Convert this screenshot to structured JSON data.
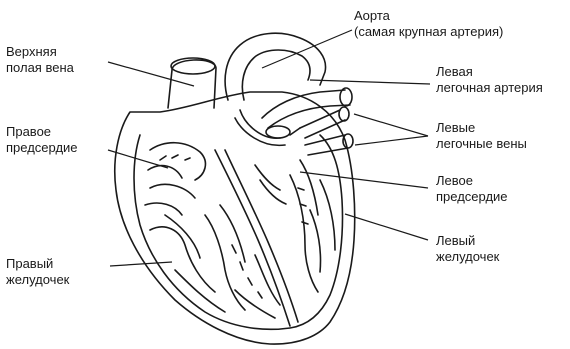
{
  "diagram": {
    "labels": {
      "aorta": {
        "line1": "Аорта",
        "line2": "(самая крупная артерия)"
      },
      "svc": {
        "line1": "Верхняя",
        "line2": "полая вена"
      },
      "left_pulmonary_artery": {
        "line1": "Левая",
        "line2": "легочная артерия"
      },
      "right_atrium": {
        "line1": "Правое",
        "line2": "предсердие"
      },
      "left_pulmonary_veins": {
        "line1": "Левые",
        "line2": "легочные вены"
      },
      "left_atrium": {
        "line1": "Левое",
        "line2": "предсердие"
      },
      "right_ventricle": {
        "line1": "Правый",
        "line2": "желудочек"
      },
      "left_ventricle": {
        "line1": "Левый",
        "line2": "желудочек"
      }
    },
    "colors": {
      "ink": "#1a1a1a",
      "background": "#ffffff"
    }
  }
}
